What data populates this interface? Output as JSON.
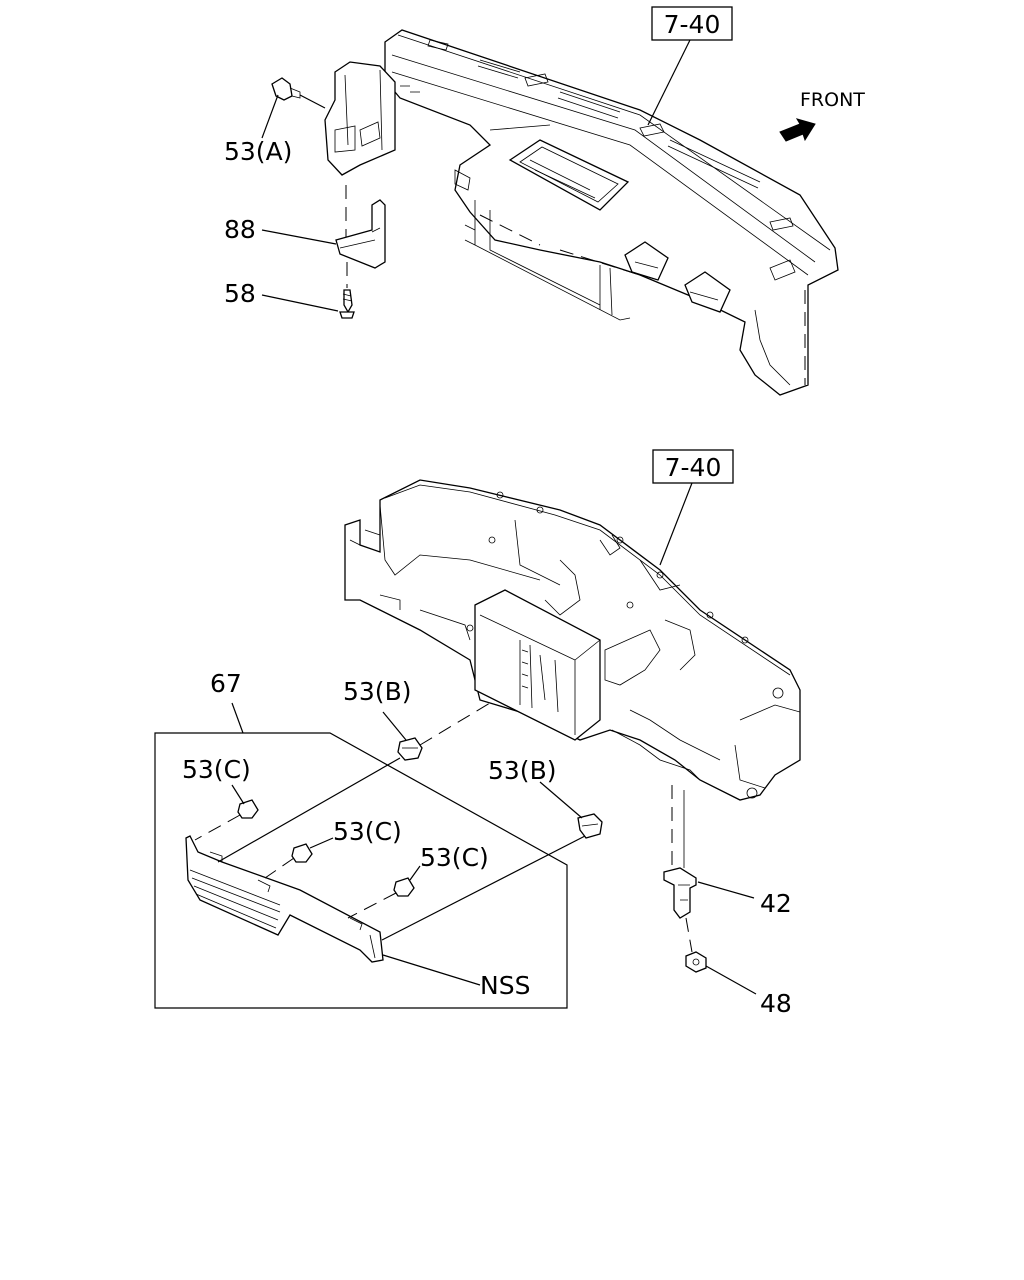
{
  "top_view": {
    "ref_box": "7-40",
    "front_label": "FRONT",
    "labels": {
      "53a": "53(A)",
      "88": "88",
      "58": "58"
    }
  },
  "bottom_view": {
    "ref_box": "7-40",
    "labels": {
      "67": "67",
      "53b_1": "53(B)",
      "53b_2": "53(B)",
      "53c_1": "53(C)",
      "53c_2": "53(C)",
      "53c_3": "53(C)",
      "nss": "NSS",
      "42": "42",
      "48": "48"
    }
  }
}
